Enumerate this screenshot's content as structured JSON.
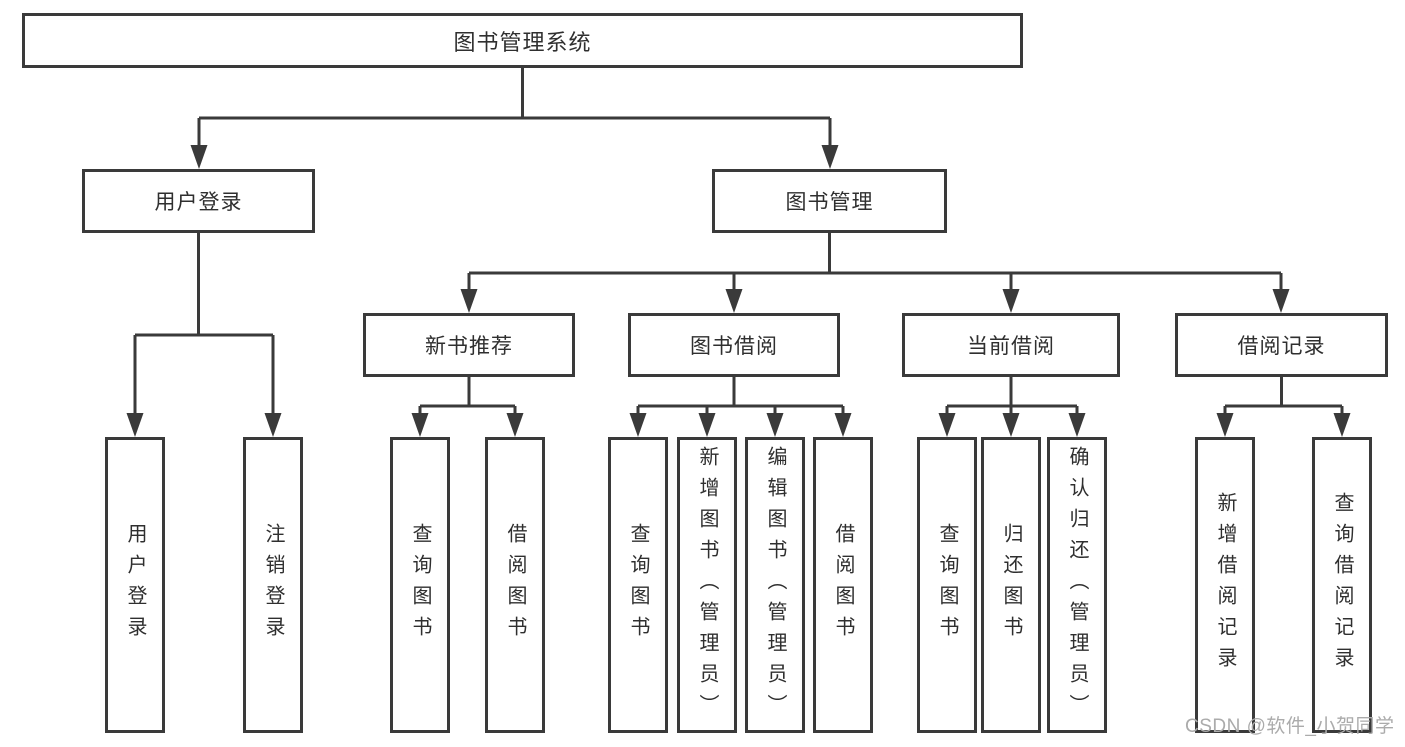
{
  "diagram_title": "图书管理系统",
  "nodes": {
    "root": "图书管理系统",
    "level2": [
      "用户登录",
      "图书管理"
    ],
    "level3": [
      "新书推荐",
      "图书借阅",
      "当前借阅",
      "借阅记录"
    ],
    "leaves_user_login": [
      "用户登录",
      "注销登录"
    ],
    "leaves_new_book": [
      "查询图书",
      "借阅图书"
    ],
    "leaves_book_borrow": [
      "查询图书",
      "新增图书（管理员）",
      "编辑图书（管理员）",
      "借阅图书"
    ],
    "leaves_current_borrow": [
      "查询图书",
      "归还图书",
      "确认归还（管理员）"
    ],
    "leaves_borrow_records": [
      "新增借阅记录",
      "查询借阅记录"
    ]
  },
  "watermark": {
    "text": "CSDN @软件_小贺同学"
  },
  "colors": {
    "line": "#3a3a3a",
    "text": "#2f2f2f",
    "watermark": "#ababab",
    "background": "#ffffff"
  }
}
